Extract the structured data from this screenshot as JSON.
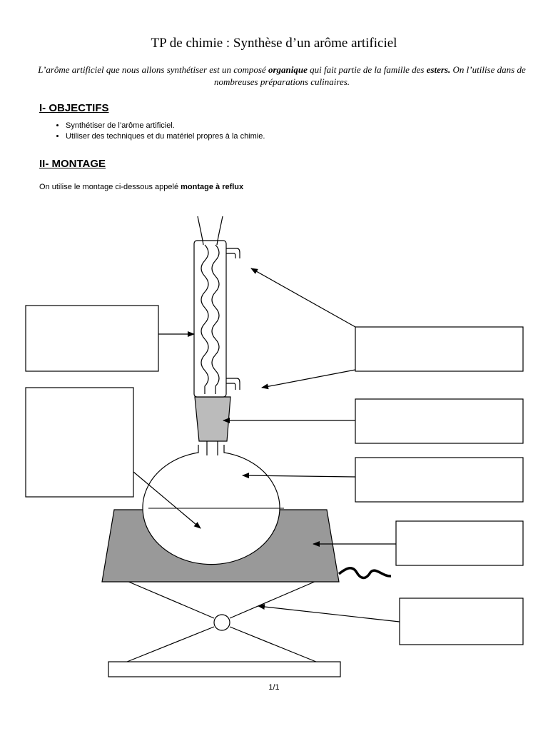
{
  "document": {
    "title": "TP de chimie : Synthèse d’un arôme artificiel",
    "intro": {
      "part1": "L’arôme artificiel que nous allons synthétiser est un composé ",
      "bold1": "organique",
      "part2": " qui fait partie de la famille des ",
      "bold2": "esters.",
      "part3": " On l’utilise dans de nombreuses préparations culinaires."
    },
    "section1": {
      "heading": "I- OBJECTIFS",
      "items": [
        "Synthétiser de l’arôme artificiel.",
        "Utiliser des techniques et du matériel propres à la chimie."
      ]
    },
    "section2": {
      "heading": "II- MONTAGE",
      "lead": "On utilise le montage ci-dessous appelé ",
      "lead_bold": "montage à reflux"
    },
    "diagram": {
      "label_boxes": [
        {
          "id": "condenser",
          "text": ""
        },
        {
          "id": "water-outlet",
          "text": ""
        },
        {
          "id": "water-inlet",
          "text": ""
        },
        {
          "id": "stopper",
          "text": ""
        },
        {
          "id": "flask",
          "text": ""
        },
        {
          "id": "mixture",
          "text": ""
        },
        {
          "id": "heater",
          "text": ""
        },
        {
          "id": "lab-jack",
          "text": ""
        }
      ],
      "colors": {
        "stroke": "#000000",
        "heater_fill": "#999999",
        "stopper_fill": "#bbbbbb"
      }
    },
    "page_number": "1/1"
  }
}
